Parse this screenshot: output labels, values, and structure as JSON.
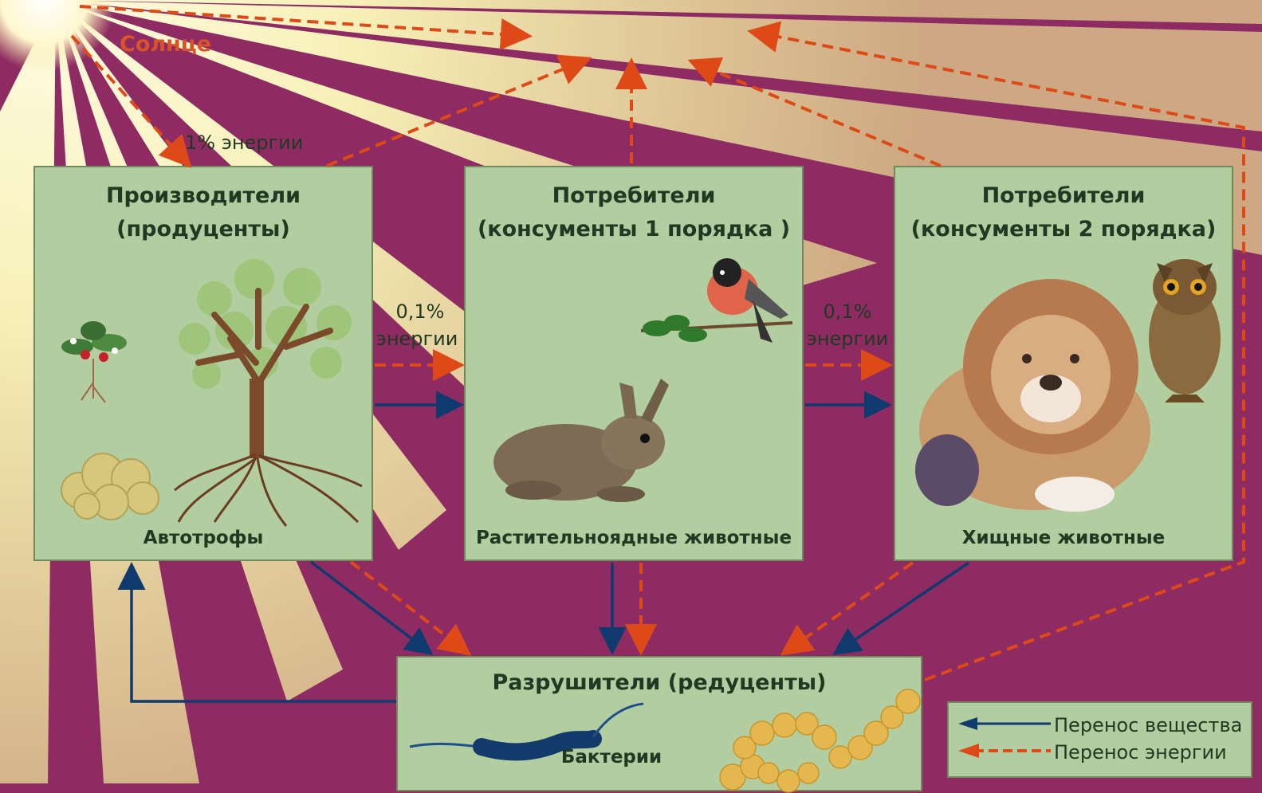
{
  "sun": {
    "label": "Солнце"
  },
  "energy_labels": {
    "sun_to_producers": "1% энергии",
    "producers_to_consumers1_line1": "0,1%",
    "producers_to_consumers1_line2": "энергии",
    "consumers1_to_consumers2_line1": "0,1%",
    "consumers1_to_consumers2_line2": "энергии"
  },
  "producers": {
    "title_line1": "Производители",
    "title_line2": "(продуценты)",
    "caption": "Автотрофы"
  },
  "consumers1": {
    "title_line1": "Потребители",
    "title_line2": "(консументы 1 порядка )",
    "caption": "Растительноядные животные"
  },
  "consumers2": {
    "title_line1": "Потребители",
    "title_line2": "(консументы 2 порядка)",
    "caption": "Хищные животные"
  },
  "decomposers": {
    "title": "Разрушители (редуценты)",
    "caption": "Бактерии"
  },
  "legend": {
    "matter": "Перенос вещества",
    "energy": "Перенос энергии"
  },
  "colors": {
    "background": "#8e2b62",
    "box": "#b2cd9f",
    "matter_arrow": "#0f3a6e",
    "energy_arrow": "#dd4a17",
    "text": "#1f3a22"
  }
}
